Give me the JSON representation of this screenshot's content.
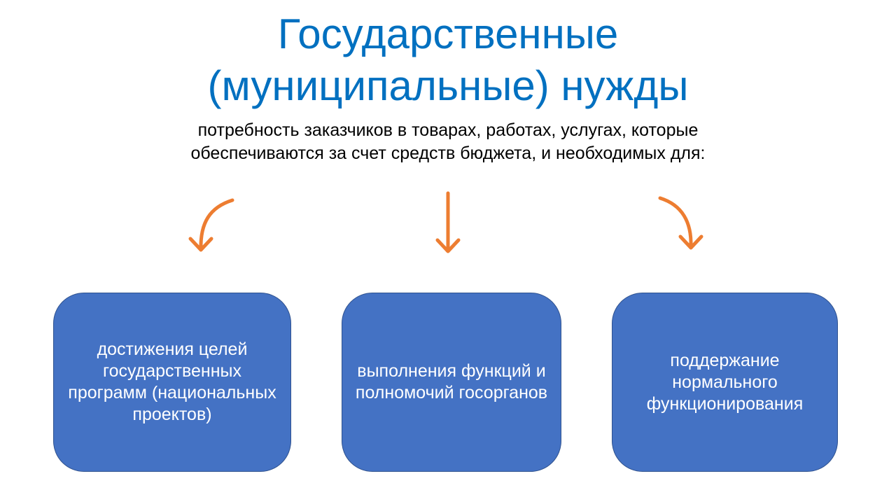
{
  "title": {
    "line1": "Государственные",
    "line2": "(муниципальные) нужды"
  },
  "subtitle": {
    "line1": "потребность заказчиков в товарах, работах, услугах, которые",
    "line2": "обеспечиваются за счет средств бюджета, и необходимых для:"
  },
  "boxes": [
    {
      "text": "достижения целей государственных программ (национальных проектов)"
    },
    {
      "text": "выполнения функций и полномочий госорганов"
    },
    {
      "text": "поддержание нормального функционирования"
    }
  ],
  "colors": {
    "title": "#0070C0",
    "box_fill": "#4472C4",
    "box_border": "#2F528F",
    "arrow": "#ED7D31"
  }
}
